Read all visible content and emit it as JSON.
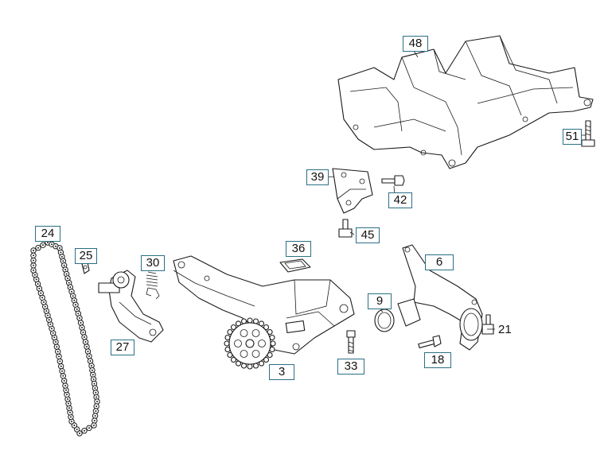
{
  "diagram": {
    "accent_color": "#2a6f86",
    "line_color": "#1a1a1a",
    "callouts": {
      "p48": "48",
      "p51": "51",
      "p39": "39",
      "p42": "42",
      "p45": "45",
      "p24": "24",
      "p25": "25",
      "p30": "30",
      "p36": "36",
      "p6": "6",
      "p9": "9",
      "p21": "21",
      "p27": "27",
      "p33": "33",
      "p18": "18",
      "p3": "3"
    }
  }
}
